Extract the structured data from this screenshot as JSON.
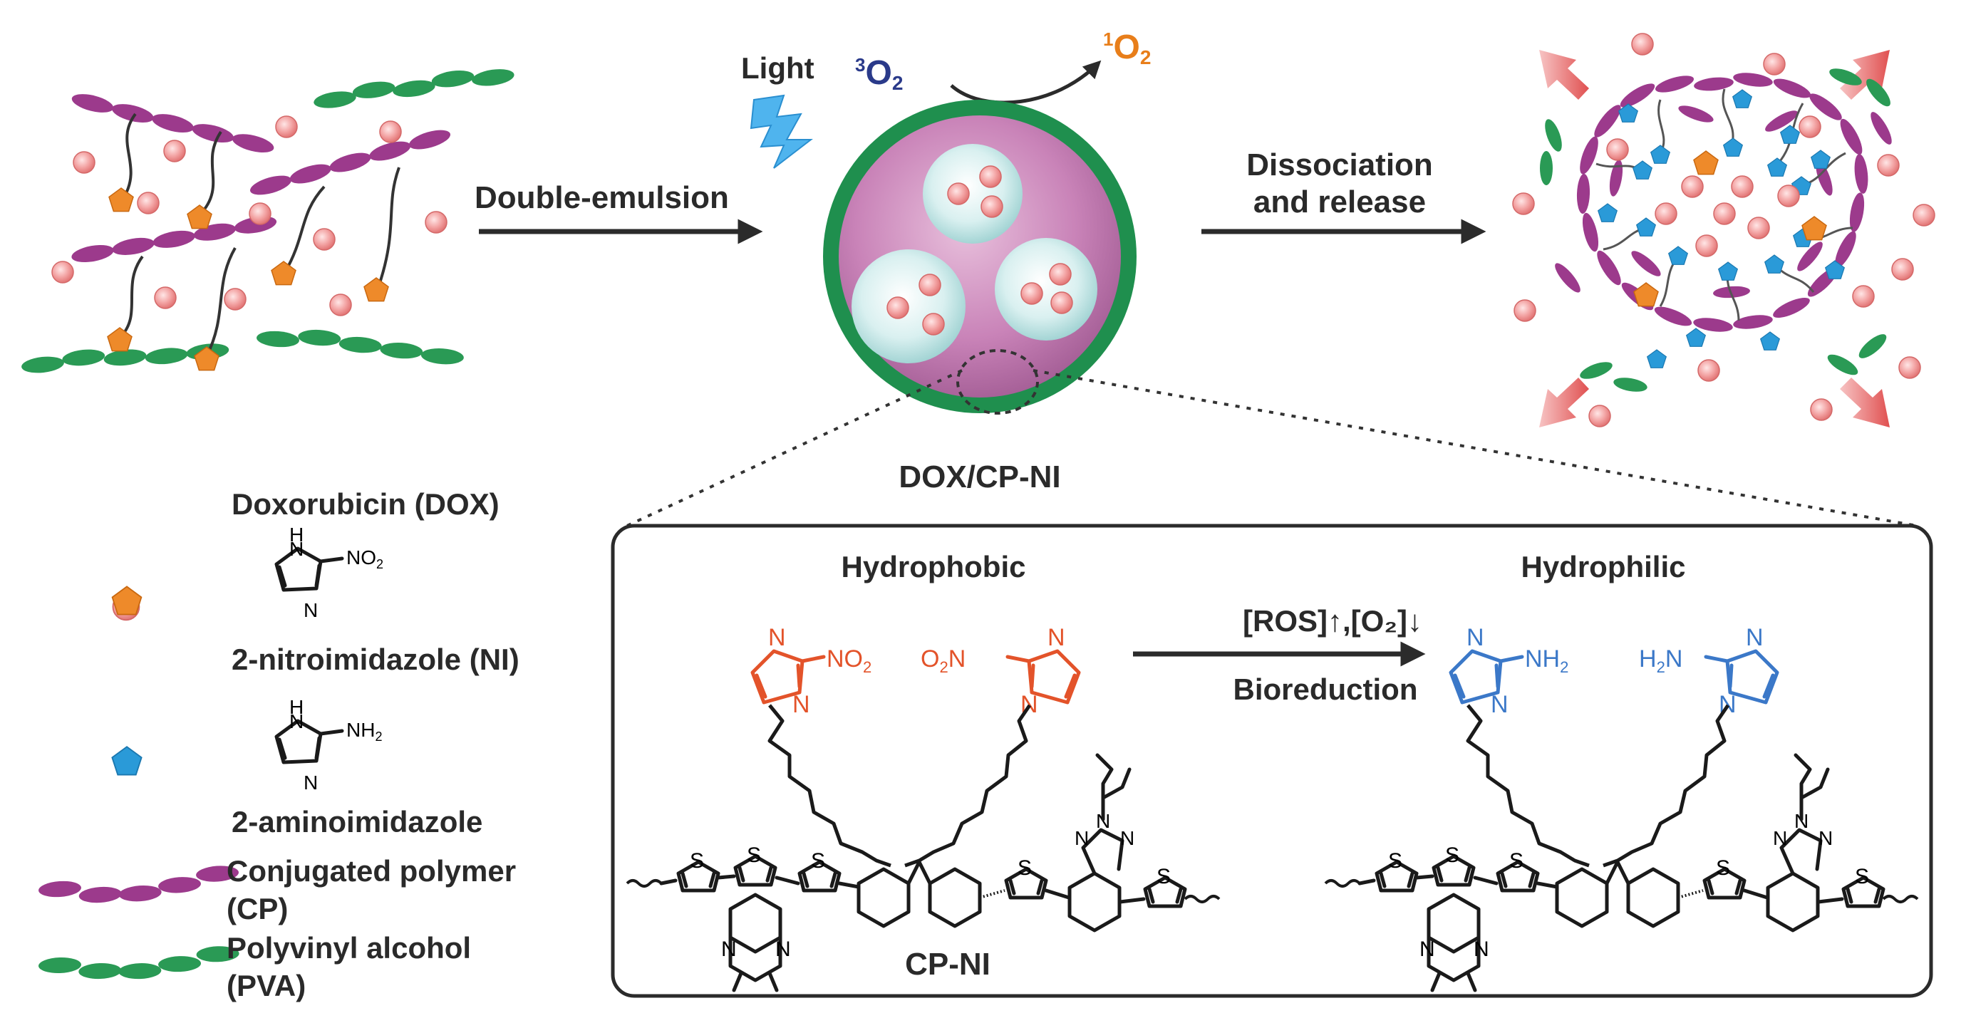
{
  "top_process": {
    "step1_label": "Double-emulsion",
    "light_label": "Light",
    "triplet_oxygen": {
      "sup": "3",
      "base": "O",
      "sub": "2"
    },
    "singlet_oxygen": {
      "sup": "1",
      "base": "O",
      "sub": "2"
    },
    "particle_label": "DOX/CP-NI",
    "step2_label_line1": "Dissociation",
    "step2_label_line2": "and release"
  },
  "legend": {
    "dox_label": "Doxorubicin (DOX)",
    "ni_label": "2-nitroimidazole (NI)",
    "ai_label": "2-aminoimidazole",
    "cp_label_line1": "Conjugated polymer",
    "cp_label_line2": "(CP)",
    "pva_label_line1": "Polyvinyl alcohol",
    "pva_label_line2": "(PVA)",
    "nh_label": "H",
    "n_label": "N",
    "no2_label": "NO",
    "no2_sub": "2",
    "nh2_label": "NH",
    "nh2_sub": "2"
  },
  "inset": {
    "left_title": "Hydrophobic",
    "right_title": "Hydrophilic",
    "condition_line1": "[ROS]↑,[O₂]↓",
    "condition_line2": "Bioreduction",
    "polymer_name": "CP-NI",
    "atom_s": "S",
    "atom_n": "N",
    "no2_left": "NO",
    "no2_left_sub": "2",
    "no2_right_prefix": "O",
    "no2_right_prefix_sub": "2",
    "no2_right_suffix": "N",
    "nh2_left": "NH",
    "nh2_left_sub": "2",
    "nh2_right_prefix": "H",
    "nh2_right_prefix_sub": "2",
    "nh2_right_suffix": "N"
  },
  "colors": {
    "dox": "#f08c8c",
    "ni_pentagon": "#ee8a2a",
    "ai_pentagon": "#2a9ad8",
    "conjugated_polymer": "#9c3a8c",
    "pva": "#2a9a55",
    "particle_shell": "#1f8f4e",
    "particle_core": "#c47ab0",
    "droplet": "#bfe4e4",
    "nitro_group": "#e3532a",
    "amino_group": "#3b78c8",
    "triplet_oxygen": "#2a3a8a",
    "singlet_oxygen": "#e87e1a",
    "release_arrows": "#e06060"
  }
}
